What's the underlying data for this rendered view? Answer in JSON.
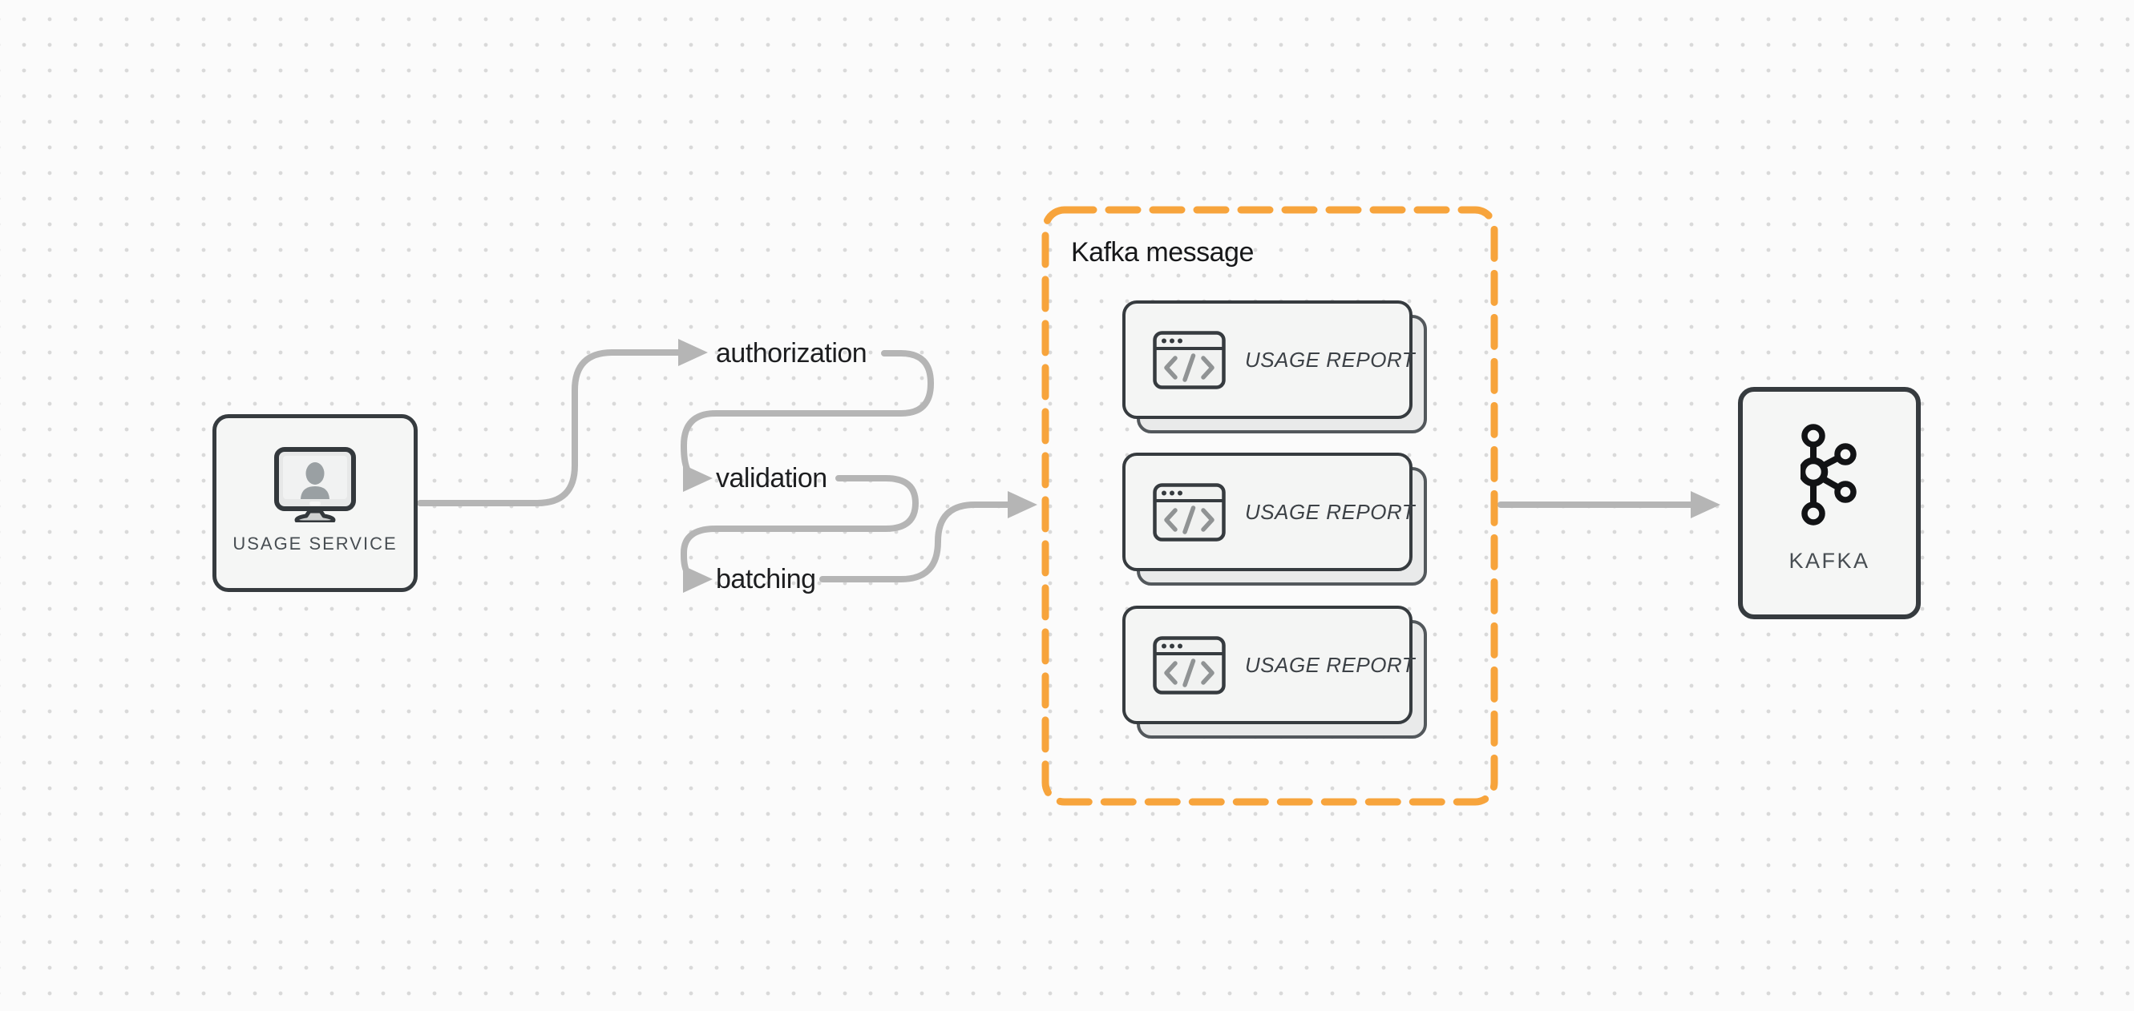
{
  "diagram": {
    "source_node": {
      "label": "USAGE SERVICE",
      "icon": "user-monitor-icon"
    },
    "flow_steps": [
      {
        "label": "authorization"
      },
      {
        "label": "validation"
      },
      {
        "label": "batching"
      }
    ],
    "message_group": {
      "title": "Kafka message",
      "messages": [
        {
          "label": "USAGE REPORT",
          "icon": "code-window-icon"
        },
        {
          "label": "USAGE REPORT",
          "icon": "code-window-icon"
        },
        {
          "label": "USAGE REPORT",
          "icon": "code-window-icon"
        }
      ]
    },
    "target_node": {
      "label": "KAFKA",
      "icon": "kafka-logo-icon"
    }
  },
  "colors": {
    "background": "#fbfbfb",
    "grid_dot": "#d9d9d9",
    "connector_gray": "#b5b5b5",
    "border_dark": "#363b3f",
    "group_orange": "#f7a43c",
    "node_fill": "#f5f6f5",
    "card_fill": "#f4f5f4",
    "card_back_fill": "#e9eaea",
    "label_dark": "#1d1e20",
    "label_muted": "#474d52"
  }
}
